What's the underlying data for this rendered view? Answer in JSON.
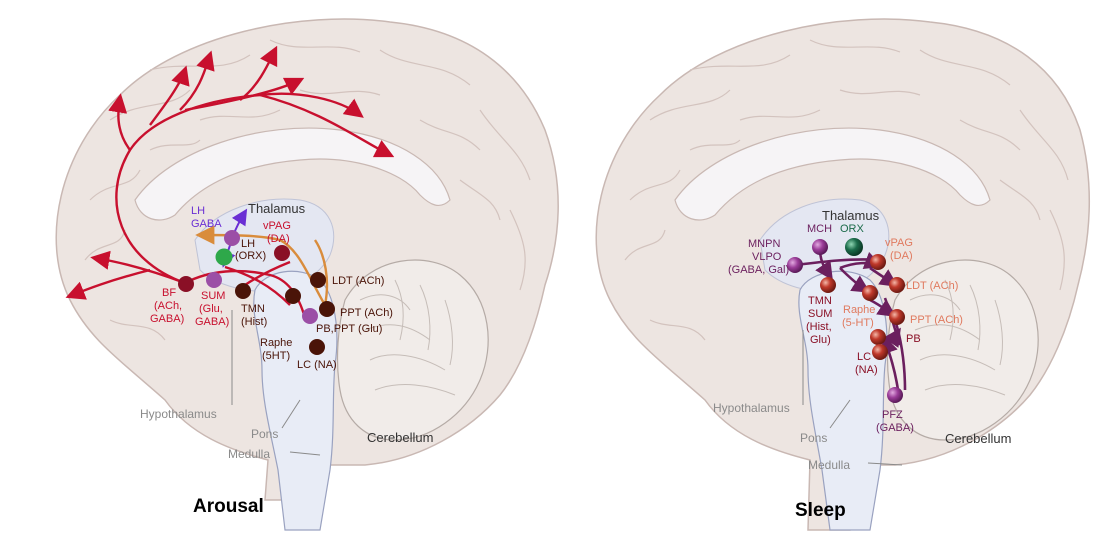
{
  "colors": {
    "cortex": "#ede5e1",
    "cortex_stroke": "#c9b8b3",
    "inner": "#eef0f7",
    "stem": "#e8ecf6",
    "red_path": "#c8102e",
    "orange_path": "#d98c3c",
    "purple_path": "#7b2d6b",
    "dark_red": "#8a1026",
    "dark_brown": "#4a1408",
    "purple_node": "#9b4fa6",
    "green_node": "#2ea84a",
    "teal_node": "#1b6b4a",
    "sphere_red": "#c0392b",
    "sleep_purple": "#6b1f5e",
    "orange_label": "#e07a5f"
  },
  "panels": [
    {
      "title": "Arousal",
      "anatomy": {
        "thalamus": "Thalamus",
        "hypothalamus": "Hypothalamus",
        "pons": "Pons",
        "medulla": "Medulla",
        "cerebellum": "Cerebellum"
      },
      "labels": {
        "lh_gaba": [
          "LH",
          "GABA"
        ],
        "lh_orx": [
          "LH",
          "(ORX)"
        ],
        "vpag": [
          "vPAG",
          "(DA)"
        ],
        "ldt": "LDT (ACh)",
        "bf": [
          "BF",
          "(ACh,",
          "GABA)"
        ],
        "sum": [
          "SUM",
          "(Glu,",
          "GABA)"
        ],
        "tmn": [
          "TMN",
          "(Hist)"
        ],
        "ppt": "PPT (ACh)",
        "pb_ppt": "PB,PPT (Glu)",
        "raphe": [
          "Raphe",
          "(5HT)"
        ],
        "lc": "LC (NA)"
      }
    },
    {
      "title": "Sleep",
      "anatomy": {
        "thalamus": "Thalamus",
        "hypothalamus": "Hypothalamus",
        "pons": "Pons",
        "medulla": "Medulla",
        "cerebellum": "Cerebellum"
      },
      "labels": {
        "mnpn": [
          "MNPN",
          "VLPO",
          "(GABA, Gal)"
        ],
        "mch": "MCH",
        "orx": "ORX",
        "vpag": [
          "vPAG",
          "(DA)"
        ],
        "ldt": "LDT (ACh)",
        "tmn": [
          "TMN",
          "SUM",
          "(Hist,",
          "Glu)"
        ],
        "raphe": [
          "Raphe",
          "(5-HT)"
        ],
        "ppt": "PPT (ACh)",
        "pb": "PB",
        "lc": [
          "LC",
          "(NA)"
        ],
        "pfz": [
          "PFZ",
          "(GABA)"
        ]
      }
    }
  ]
}
